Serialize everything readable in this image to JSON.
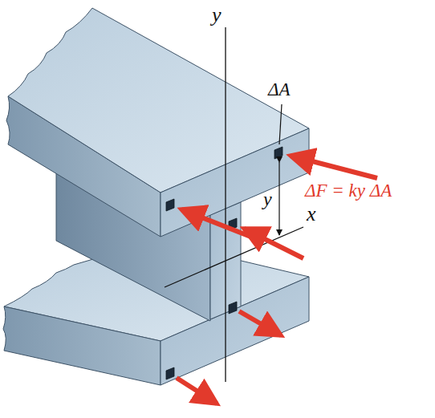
{
  "diagram": {
    "labels": [
      "y",
      "ΔA",
      "ΔF = ky ΔA",
      "y",
      "x"
    ]
  }
}
